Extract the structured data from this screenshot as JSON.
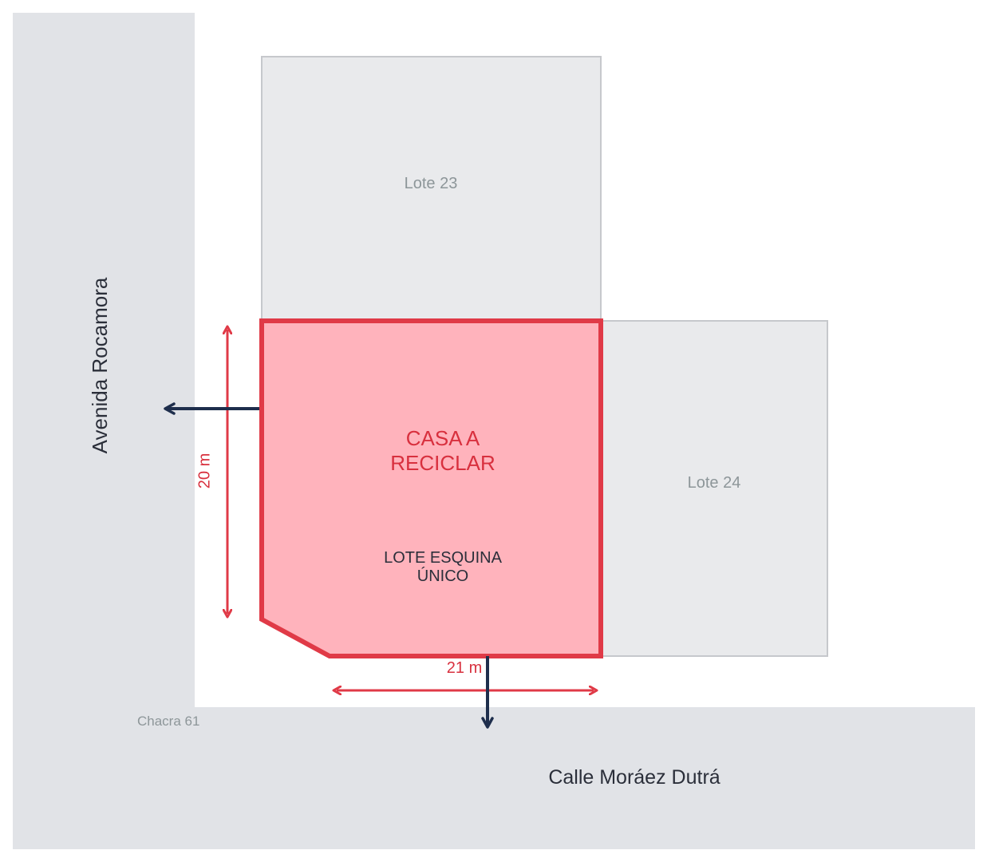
{
  "streets": {
    "vertical_name": "Avenida Rocamora",
    "horizontal_name": "Calle Moráez Dutrá"
  },
  "chacra_label": "Chacra 61",
  "neighbors": {
    "lote_23": "Lote 23",
    "lote_24": "Lote 24"
  },
  "main_lot": {
    "title_line1": "CASA A",
    "title_line2": "RECICLAR",
    "subtitle_line1": "LOTE ESQUINA",
    "subtitle_line2": "ÚNICO"
  },
  "dimensions": {
    "depth": "20 m",
    "width": "21 m"
  },
  "colors": {
    "street": "#e1e3e7",
    "neighbor_fill": "#e9eaec",
    "neighbor_border": "#c6c8cc",
    "lot_fill": "#ffb3bc",
    "lot_border": "#e03a47",
    "accent_text": "#d8303e",
    "arrow_navy": "#1e2e4c",
    "dark_text": "#2b2f3a",
    "muted_text": "#8d9699"
  }
}
